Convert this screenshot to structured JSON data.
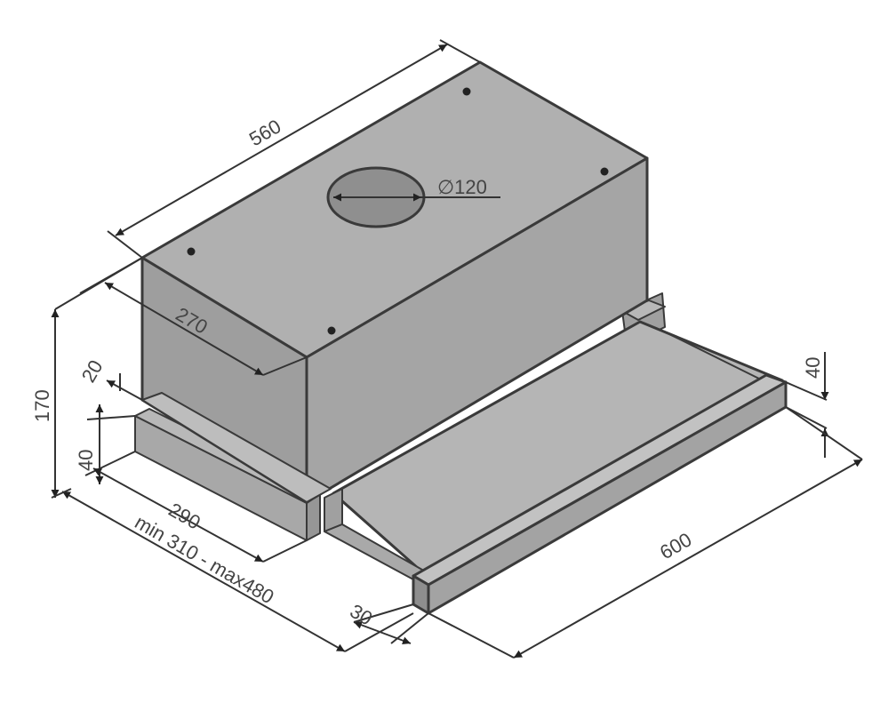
{
  "diagram": {
    "dimensions": {
      "width_top": "560",
      "duct_diameter": "∅120",
      "depth_top": "270",
      "height_total": "170",
      "offset_20": "20",
      "base_height": "40",
      "base_depth": "290",
      "extension_range": "min 310 - max480",
      "panel_height": "40",
      "panel_width": "600",
      "panel_thickness": "30"
    },
    "colors": {
      "body_top": "#b0b0b0",
      "body_front": "#9e9e9e",
      "body_side": "#a5a5a5",
      "tray": "#b5b5b5",
      "panel": "#a3a3a3",
      "duct": "#8f8f8f",
      "outline": "#3a3a3a"
    }
  }
}
